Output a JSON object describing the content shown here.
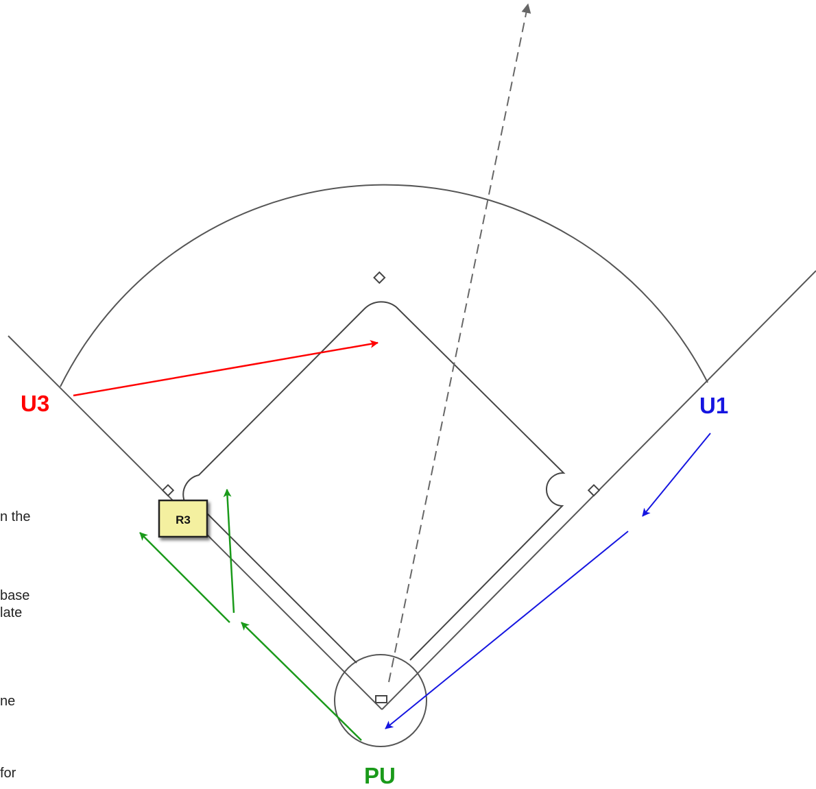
{
  "labels": {
    "u3": "U3",
    "u1": "U1",
    "pu": "PU",
    "runner": "R3"
  },
  "text_fragments": [
    "n the",
    "base",
    "late",
    "ne",
    "for"
  ],
  "colors": {
    "u3": "#ff0000",
    "u1": "#1515e0",
    "pu": "#1a9a1a",
    "field_line": "#555555",
    "ball_path": "#666666",
    "runner_box_fill": "#f4f0a0",
    "runner_box_border": "#222222"
  },
  "icons": {
    "ball_path_arrow": "dashed-arrow-icon",
    "base": "base-diamond-icon",
    "home_plate": "home-plate-icon"
  }
}
